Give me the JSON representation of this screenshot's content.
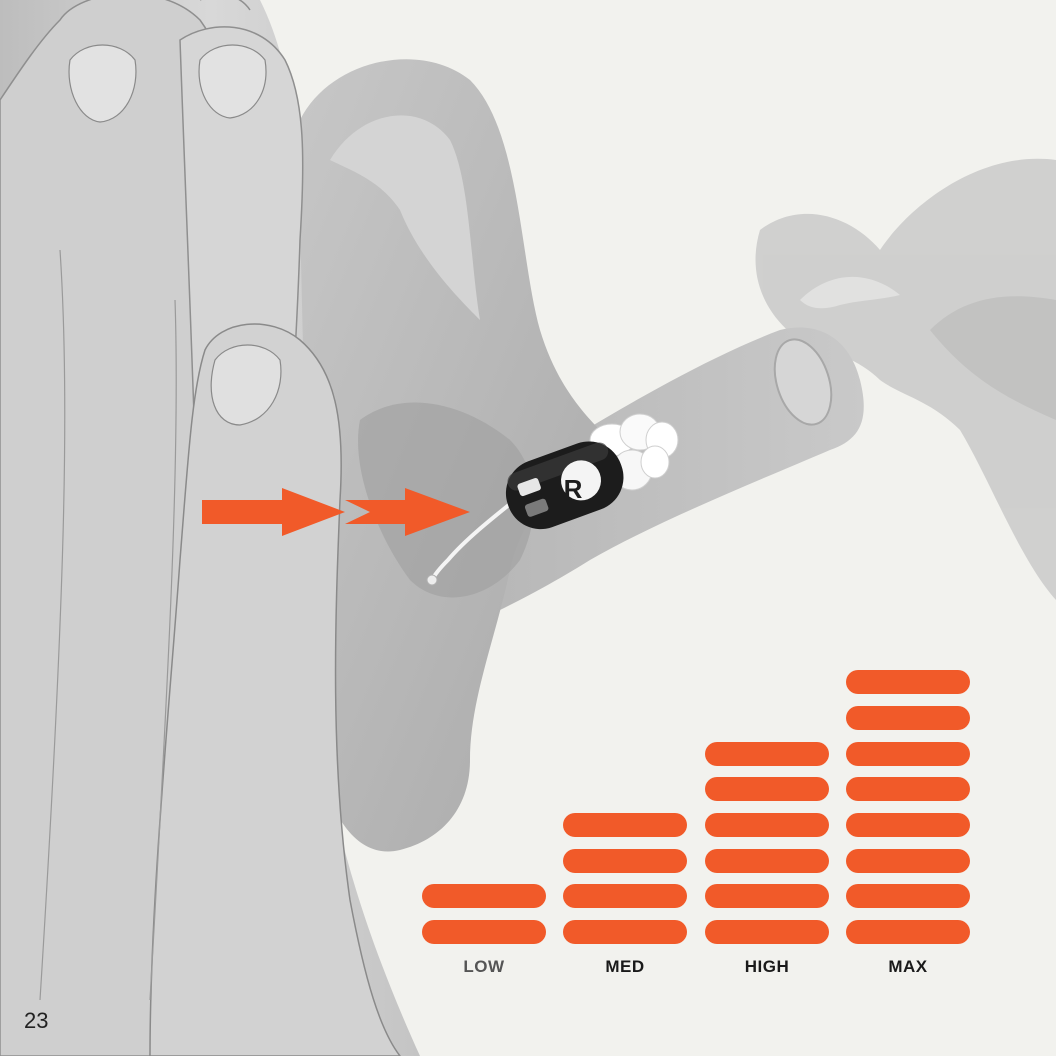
{
  "page_number": "23",
  "colors": {
    "accent": "#f15a29",
    "background": "#f2f2ee",
    "device": "#1c1c1c"
  },
  "device": {
    "side_letter": "R"
  },
  "volume_levels": [
    {
      "label": "LOW",
      "bars": 2,
      "label_color": "#555555"
    },
    {
      "label": "MED",
      "bars": 4,
      "label_color": "#1a1a1a"
    },
    {
      "label": "HIGH",
      "bars": 6,
      "label_color": "#1a1a1a"
    },
    {
      "label": "MAX",
      "bars": 8,
      "label_color": "#1a1a1a"
    }
  ]
}
